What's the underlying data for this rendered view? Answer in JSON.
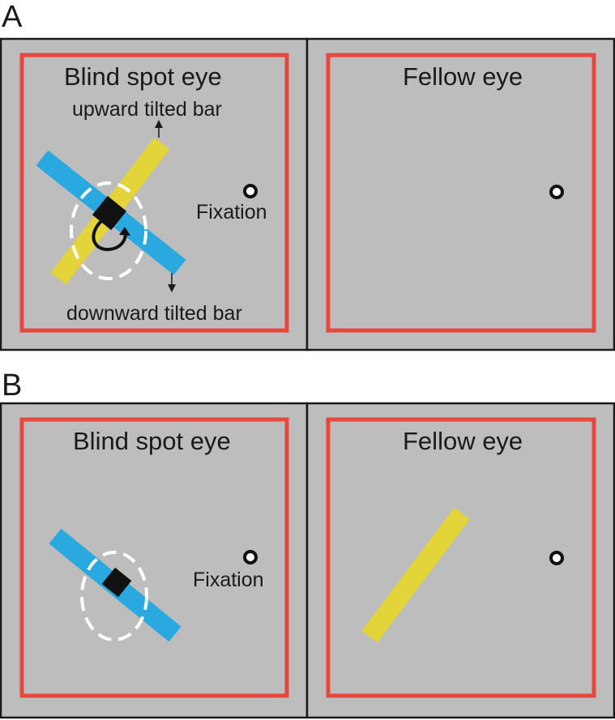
{
  "colors": {
    "background": "#bdbdbd",
    "frame_border": "#1a1a1a",
    "fusion_frame": "#e8473e",
    "bar_blue": "#2aa8e0",
    "bar_yellow": "#e3d43a",
    "blind_spot_region": "#111111",
    "blind_spot_outline": "#ffffff",
    "fixation_dot": "#ffffff"
  },
  "panel_a": {
    "letter": "A",
    "blind_spot_eye": {
      "title": "Blind spot eye",
      "upward_label": "upward tilted bar",
      "downward_label": "downward tilted bar",
      "fixation_label": "Fixation",
      "rotation_icon": "rotation-arrow-icon"
    },
    "fellow_eye": {
      "title": "Fellow eye"
    }
  },
  "panel_b": {
    "letter": "B",
    "blind_spot_eye": {
      "title": "Blind spot eye",
      "fixation_label": "Fixation"
    },
    "fellow_eye": {
      "title": "Fellow eye"
    }
  }
}
